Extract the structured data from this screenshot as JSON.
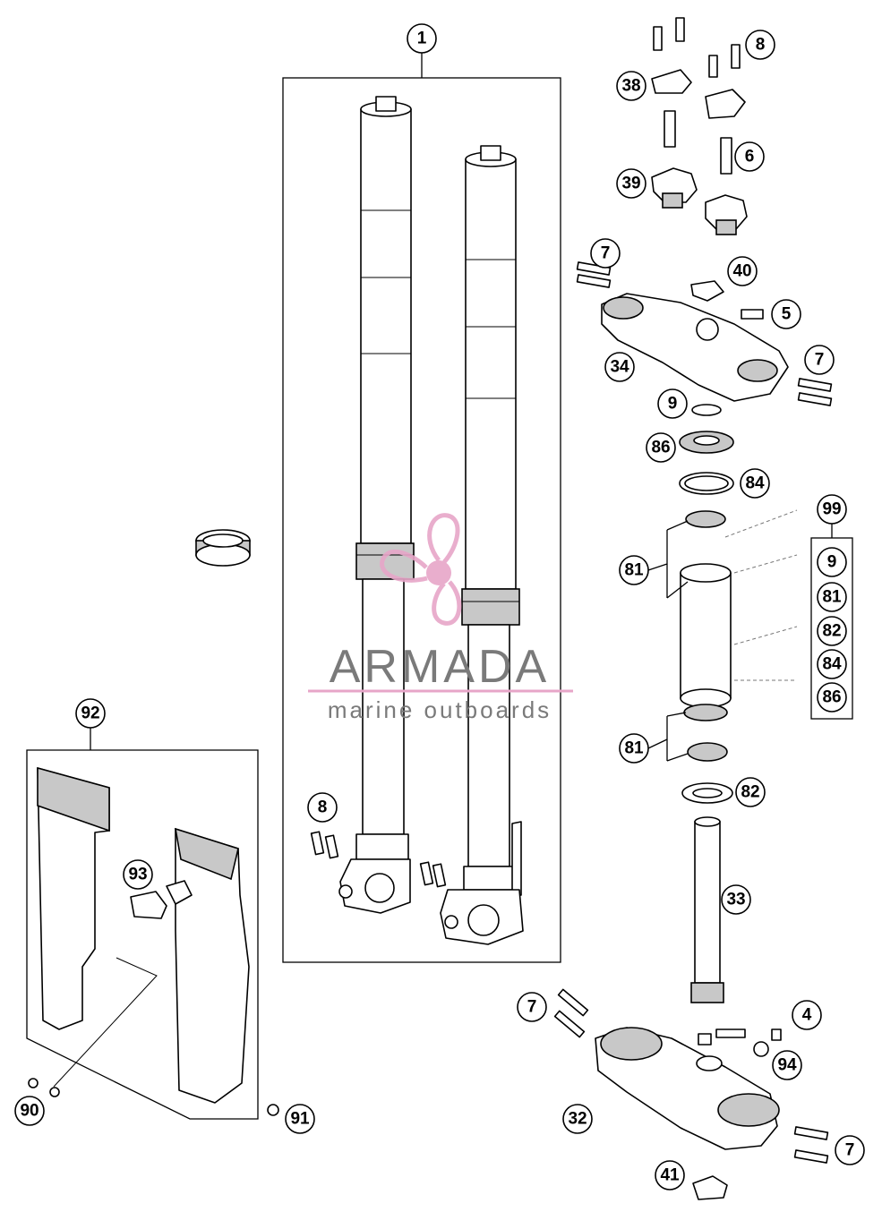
{
  "callouts": [
    {
      "id": "c1",
      "label": "1"
    },
    {
      "id": "c8a",
      "label": "8"
    },
    {
      "id": "c38",
      "label": "38"
    },
    {
      "id": "c6",
      "label": "6"
    },
    {
      "id": "c39",
      "label": "39"
    },
    {
      "id": "c7a",
      "label": "7"
    },
    {
      "id": "c40",
      "label": "40"
    },
    {
      "id": "c5",
      "label": "5"
    },
    {
      "id": "c34",
      "label": "34"
    },
    {
      "id": "c7b",
      "label": "7"
    },
    {
      "id": "c9",
      "label": "9"
    },
    {
      "id": "c86",
      "label": "86"
    },
    {
      "id": "c84",
      "label": "84"
    },
    {
      "id": "c99",
      "label": "99"
    },
    {
      "id": "c81a",
      "label": "81"
    },
    {
      "id": "c81b",
      "label": "81"
    },
    {
      "id": "c82",
      "label": "82"
    },
    {
      "id": "c33",
      "label": "33"
    },
    {
      "id": "c8b",
      "label": "8"
    },
    {
      "id": "c92",
      "label": "92"
    },
    {
      "id": "c93",
      "label": "93"
    },
    {
      "id": "c90",
      "label": "90"
    },
    {
      "id": "c91",
      "label": "91"
    },
    {
      "id": "c7c",
      "label": "7"
    },
    {
      "id": "c4",
      "label": "4"
    },
    {
      "id": "c94",
      "label": "94"
    },
    {
      "id": "c32",
      "label": "32"
    },
    {
      "id": "c7d",
      "label": "7"
    },
    {
      "id": "c41",
      "label": "41"
    }
  ],
  "kit_99_contents": [
    "9",
    "81",
    "82",
    "84",
    "86"
  ],
  "watermark": {
    "title": "ARMADA",
    "subtitle": "marine outboards",
    "accent_color": "#e7a6c8"
  }
}
